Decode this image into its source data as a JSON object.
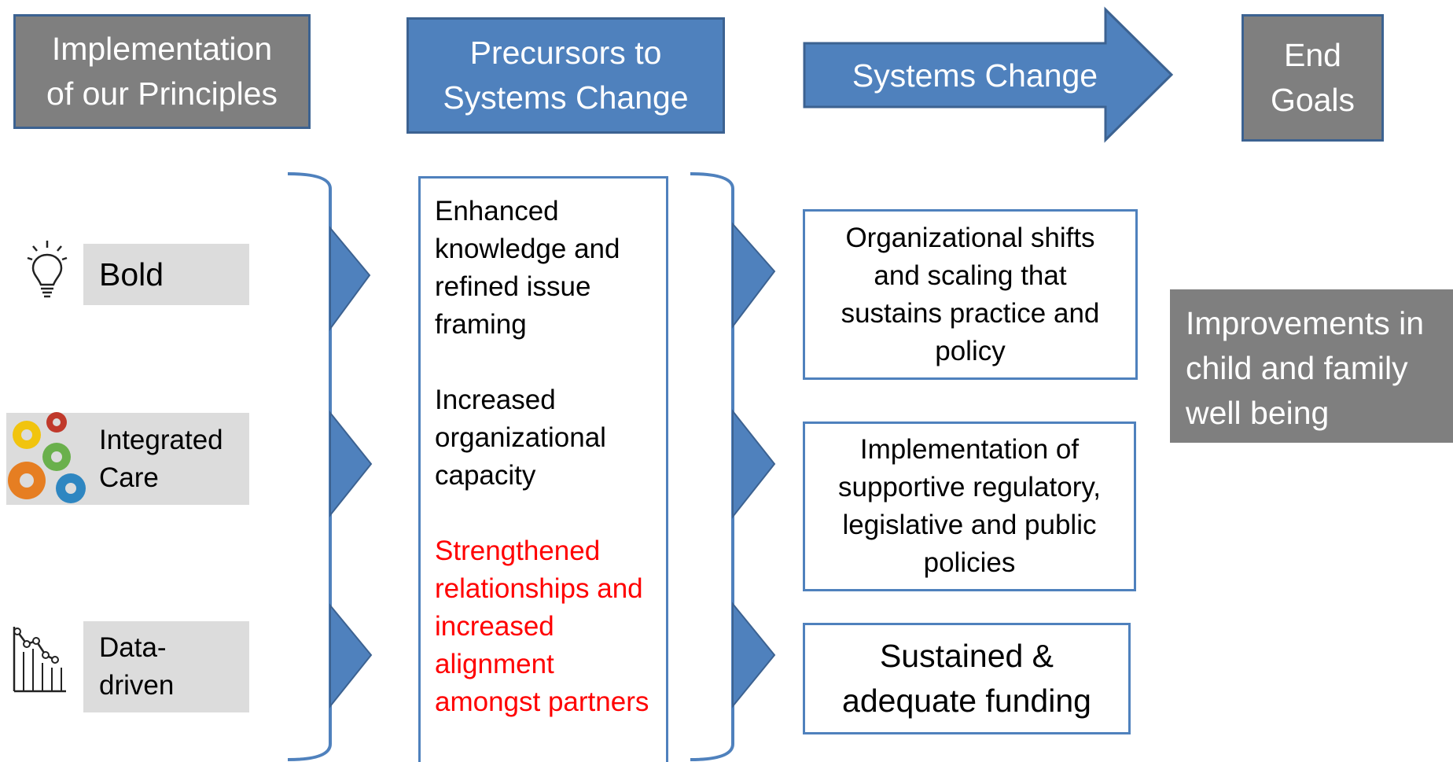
{
  "headers": {
    "principles": "Implementation\nof our Principles",
    "precursors": "Precursors to\nSystems Change",
    "systems_change": "Systems Change",
    "end_goals": "End\nGoals"
  },
  "principles": [
    {
      "label": "Bold",
      "icon": "lightbulb-icon"
    },
    {
      "label": "Integrated\nCare",
      "icon": "gears-icon"
    },
    {
      "label": "Data-\ndriven",
      "icon": "line-chart-icon"
    }
  ],
  "precursors": [
    {
      "text": "Enhanced knowledge and refined issue framing",
      "color": "#000000"
    },
    {
      "text": "Increased organizational capacity",
      "color": "#000000"
    },
    {
      "text": "Strengthened relationships and increased alignment amongst partners",
      "color": "#ff0000"
    }
  ],
  "outcomes": [
    "Organizational shifts and scaling that sustains practice and policy",
    "Implementation of supportive regulatory, legislative and public policies",
    "Sustained & adequate funding"
  ],
  "end_goal": "Improvements in child and family well being",
  "colors": {
    "accent_blue": "#4f81bd",
    "header_gray": "#7f7f7f",
    "highlight_red": "#ff0000"
  }
}
